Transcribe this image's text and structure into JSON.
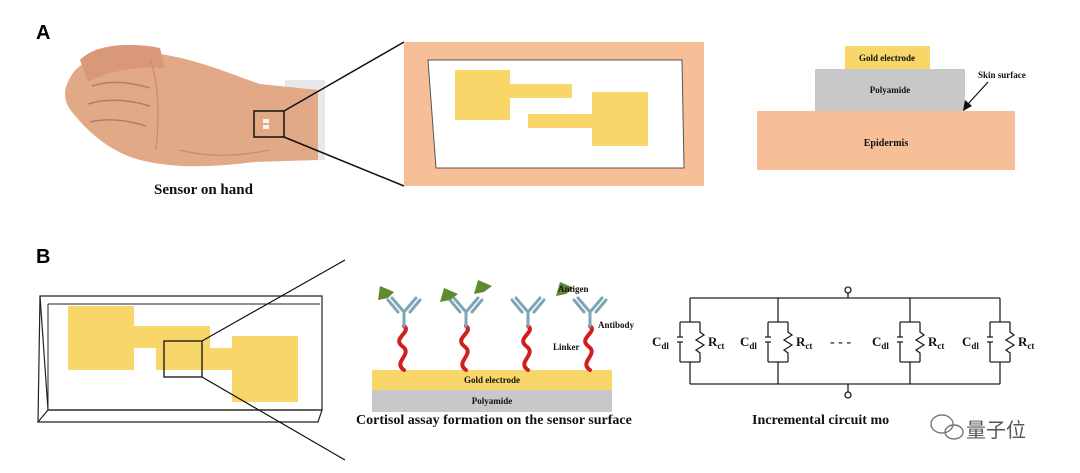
{
  "panels": {
    "a": {
      "letter": "A",
      "photo_caption": "Sensor on hand",
      "layers": {
        "gold": "Gold electrode",
        "polyamide": "Polyamide",
        "epidermis": "Epidermis",
        "skin_surface": "Skin surface"
      }
    },
    "b": {
      "letter": "B",
      "assay": {
        "antigen": "Antigen",
        "antibody": "Antibody",
        "linker": "Linker",
        "gold": "Gold electrode",
        "polyamide": "Polyamide",
        "caption": "Cortisol assay formation on the sensor surface"
      },
      "circuit": {
        "cdl_main": "C",
        "cdl_sub": "dl",
        "rct_main": "R",
        "rct_sub": "ct",
        "ellipsis": "- - -",
        "caption": "Incremental circuit mo"
      }
    }
  },
  "watermark": "量子位",
  "colors": {
    "skin": "#f6bf98",
    "gold": "#f8d66a",
    "polyamide": "#c8c8c8",
    "linker": "#d01f1f",
    "antigen": "#5f8a2f",
    "antibody": "#7fa6b6"
  }
}
